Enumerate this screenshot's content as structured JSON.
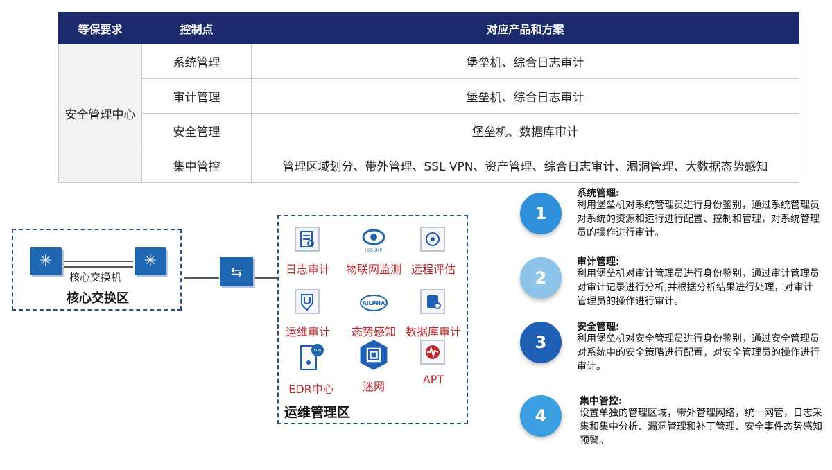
{
  "table": {
    "headers": [
      "等保要求",
      "控制点",
      "对应产品和方案"
    ],
    "group": "安全管理中心",
    "rows": [
      {
        "control": "系统管理",
        "solution": "堡垒机、综合日志审计"
      },
      {
        "control": "审计管理",
        "solution": "堡垒机、综合日志审计"
      },
      {
        "control": "安全管理",
        "solution": "堡垒机、数据库审计"
      },
      {
        "control": "集中管控",
        "solution": "管理区域划分、带外管理、SSL VPN、资产管理、综合日志审计、漏洞管理、大数据态势感知"
      }
    ]
  },
  "core_zone": {
    "switch_label": "核心交换机",
    "title": "核心交换区"
  },
  "ops_zone": {
    "title": "运维管理区",
    "products": [
      "日志审计",
      "物联网监测",
      "远程评估",
      "运维审计",
      "态势感知",
      "数据库审计",
      "EDR中心",
      "迷网",
      "APT"
    ],
    "icon_texts": {
      "iot": "IOT-SMP",
      "ailpha": "AiLPHA",
      "edr": "EDR"
    }
  },
  "items": [
    {
      "num": "1",
      "title": "系统管理:",
      "desc": "利用堡垒机对系统管理员进行身份鉴别，通过系统管理员对系统的资源和运行进行配置、控制和管理，对系统管理员的操作进行审计。"
    },
    {
      "num": "2",
      "title": "审计管理:",
      "desc": "利用堡垒机对审计管理员进行身份鉴别，通过审计管理员对审计记录进行分析,并根据分析结果进行处理，对审计管理员的操作进行审计。"
    },
    {
      "num": "3",
      "title": "安全管理:",
      "desc": "利用堡垒机对安全管理员进行身份鉴别，通过安全管理员对系统中的安全策略进行配置，对安全管理员的操作进行审计。"
    },
    {
      "num": "4",
      "title": "集中管控:",
      "desc": "设置单独的管理区域，带外管理网络，统一网管，日志采集和集中分析、漏洞管理和补丁管理、安全事件态势感知预警。"
    }
  ],
  "colors": {
    "header_bg": "#1a2a6c",
    "label_red": "#c0282d",
    "circle_1": "#2f8fd8",
    "circle_2": "#8fc4ea",
    "circle_3": "#1f5fb4",
    "circle_4": "#3a9ee0"
  }
}
